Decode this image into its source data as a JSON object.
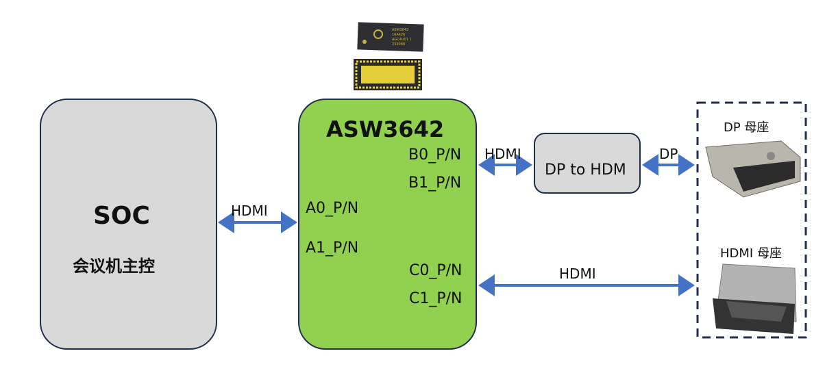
{
  "soc": {
    "title": "SOC",
    "subtitle": "会议机主控"
  },
  "switch": {
    "title": "ASW3642",
    "ports": {
      "b0": "B0_P/N",
      "b1": "B1_P/N",
      "a0": "A0_P/N",
      "a1": "A1_P/N",
      "c0": "C0_P/N",
      "c1": "C1_P/N"
    }
  },
  "converter": {
    "title": "DP to HDM"
  },
  "links": {
    "soc_switch": "HDMI",
    "switch_converter": "HDMI",
    "converter_dp": "DP",
    "switch_hdmi": "HDMI"
  },
  "connectors": {
    "dp": "DP 母座",
    "hdmi": "HDMI 母座"
  },
  "chip_marking": [
    "ASW3642",
    "16A426",
    "AGC4U01 1",
    "234088"
  ],
  "colors": {
    "soc_fill": "#d9d9d9",
    "switch_fill": "#92d050",
    "border": "#1f2d4d",
    "arrow": "#4472c4"
  }
}
